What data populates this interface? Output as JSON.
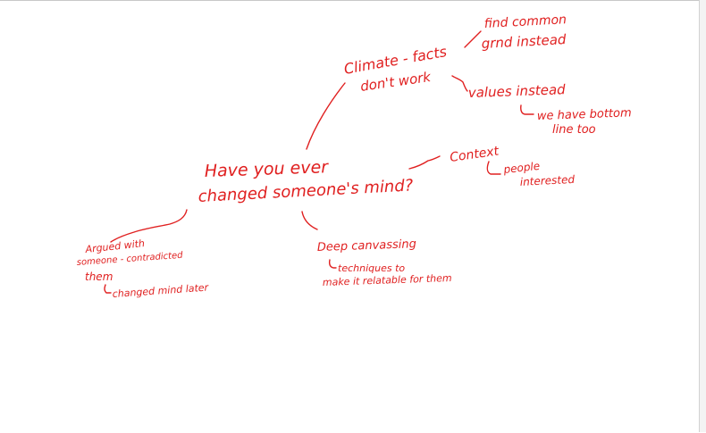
{
  "colors": {
    "ink": "#e02020",
    "background": "#ffffff"
  },
  "mindmap": {
    "central": {
      "line1": "Have you ever",
      "line2": "changed someone's mind?"
    },
    "branches": {
      "climate": {
        "line1": "Climate - facts",
        "line2": "don't work",
        "common_ground": {
          "line1": "find common",
          "line2": "grnd instead"
        },
        "values": "values instead",
        "bottom_line": {
          "line1": "we have bottom",
          "line2": "line too"
        }
      },
      "context": {
        "label": "Context",
        "note": {
          "line1": "people",
          "line2": "interested"
        }
      },
      "argued": {
        "line1": "Argued with",
        "line2": "someone - contradicted",
        "line3": "them",
        "note": "changed mind later"
      },
      "canvassing": {
        "label": "Deep canvassing",
        "note": {
          "line1": "techniques to",
          "line2": "make it relatable for them"
        }
      }
    }
  }
}
